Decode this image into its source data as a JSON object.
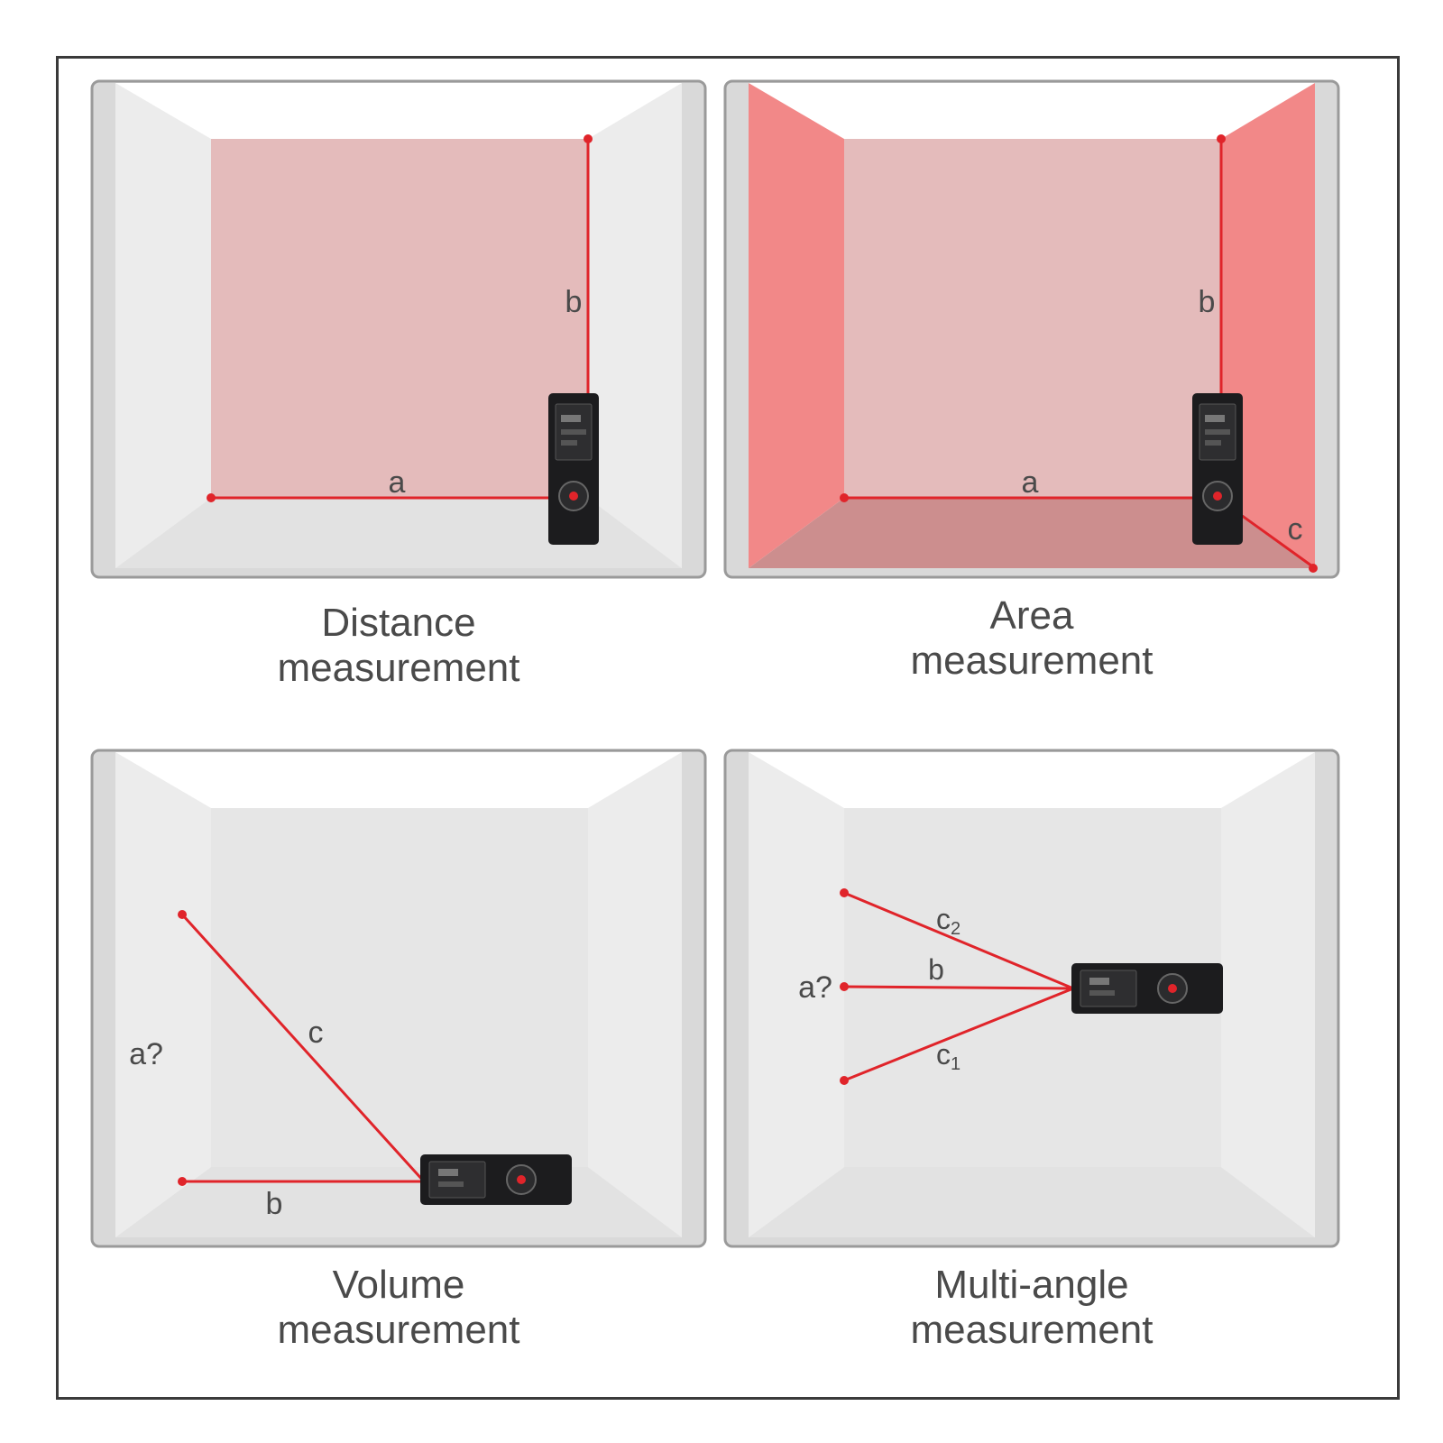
{
  "panels": [
    {
      "caption_line1": "Distance",
      "caption_line2": "measurement",
      "labels": {
        "a": "a",
        "b": "b"
      }
    },
    {
      "caption_line1": "Area",
      "caption_line2": "measurement",
      "labels": {
        "a": "a",
        "b": "b",
        "c": "c"
      }
    },
    {
      "caption_line1": "Volume",
      "caption_line2": "measurement",
      "labels": {
        "a": "a?",
        "b": "b",
        "c": "c"
      }
    },
    {
      "caption_line1": "Multi-angle",
      "caption_line2": "measurement",
      "labels": {
        "a": "a?",
        "b": "b",
        "c2": "c",
        "c2_sub": "2",
        "c1": "c",
        "c1_sub": "1"
      }
    }
  ],
  "colors": {
    "laser": "#e0242a",
    "wall_highlight": "#f28888",
    "floor_highlight": "#cc8e8e",
    "back_wall_highlight": "#e4bbbb",
    "room_gray": "#e4e4e4",
    "device": "#1c1c1e"
  },
  "icons": [
    "laser-distance-meter-icon"
  ]
}
